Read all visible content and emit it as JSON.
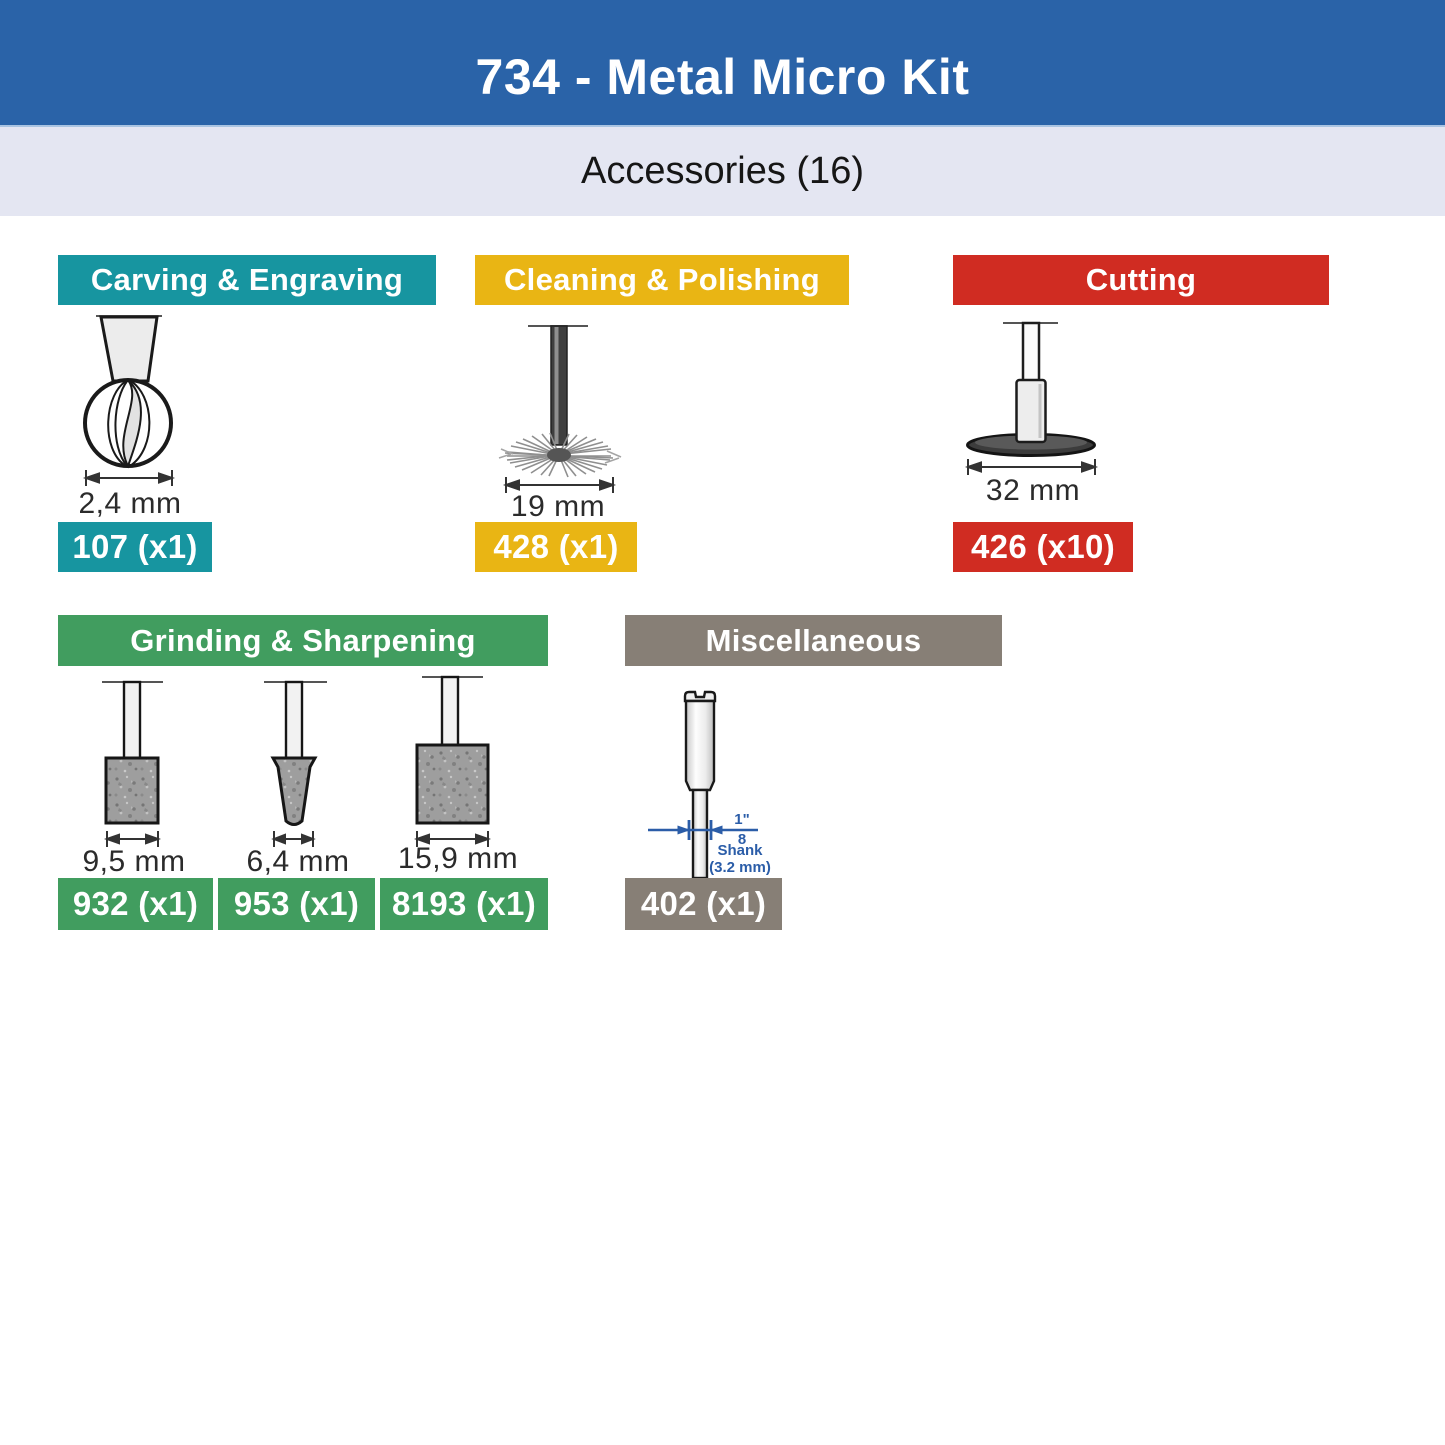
{
  "title": "734 - Metal Micro Kit",
  "subtitle": "Accessories (16)",
  "colors": {
    "banner_blue": "#2A63A8",
    "subtitle_bg": "#E4E6F2",
    "teal": "#1795A0",
    "yellow": "#E9B514",
    "red": "#D02C22",
    "green": "#419D5F",
    "gray": "#877F76",
    "annotation_blue": "#2B5DA8"
  },
  "sections": {
    "carving": {
      "label": "Carving & Engraving",
      "color": "#1795A0",
      "items": [
        {
          "icon": "ball-carving-bit-icon",
          "dimension": "2,4 mm",
          "badge": "107 (x1)"
        }
      ]
    },
    "cleaning": {
      "label": "Cleaning & Polishing",
      "color": "#E9B514",
      "items": [
        {
          "icon": "wire-brush-icon",
          "dimension": "19 mm",
          "badge": "428 (x1)"
        }
      ]
    },
    "cutting": {
      "label": "Cutting",
      "color": "#D02C22",
      "items": [
        {
          "icon": "cutoff-wheel-icon",
          "dimension": "32 mm",
          "badge": "426 (x10)"
        }
      ]
    },
    "grinding": {
      "label": "Grinding & Sharpening",
      "color": "#419D5F",
      "items": [
        {
          "icon": "cylinder-grinding-stone-icon",
          "dimension": "9,5 mm",
          "badge": "932 (x1)"
        },
        {
          "icon": "cone-grinding-stone-icon",
          "dimension": "6,4 mm",
          "badge": "953 (x1)"
        },
        {
          "icon": "large-cylinder-grinding-stone-icon",
          "dimension": "15,9 mm",
          "badge": "8193 (x1)"
        }
      ]
    },
    "miscellaneous": {
      "label": "Miscellaneous",
      "color": "#877F76",
      "items": [
        {
          "icon": "mandrel-icon",
          "badge": "402 (x1)"
        }
      ],
      "shank_note": {
        "numerator": "1\"",
        "denominator": "8",
        "label": "Shank",
        "size": "(3.2 mm)"
      }
    }
  }
}
